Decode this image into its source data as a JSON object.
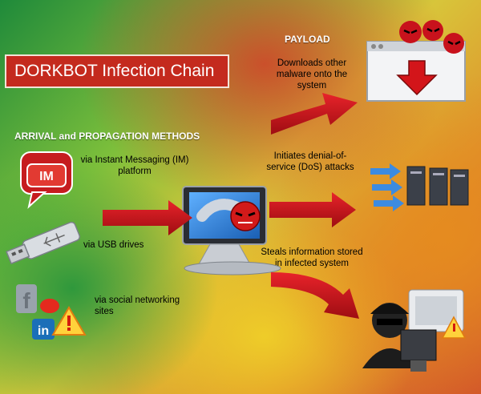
{
  "title": "DORKBOT Infection Chain",
  "arrival_header": "ARRIVAL and PROPAGATION METHODS",
  "payload_header": "PAYLOAD",
  "methods": [
    {
      "label": "via Instant Messaging (IM) platform",
      "icon": "im-chat-icon",
      "icon_text": "IM"
    },
    {
      "label": "via  USB drives",
      "icon": "usb-drive-icon"
    },
    {
      "label": "via  social networking sites",
      "icon": "social-network-icon",
      "icon_text": "in"
    }
  ],
  "infected_host_icon": "infected-computer-icon",
  "payloads": [
    {
      "label": "Downloads other malware onto the system",
      "icon": "malware-download-icon"
    },
    {
      "label": "Initiates denial-of-service (DoS) attacks",
      "icon": "dos-servers-icon"
    },
    {
      "label": "Steals information stored in infected system",
      "icon": "info-thief-icon"
    }
  ],
  "colors": {
    "arrow": "#c8151b",
    "title_bg": "#c42a1e",
    "header_text": "#ffffff"
  }
}
